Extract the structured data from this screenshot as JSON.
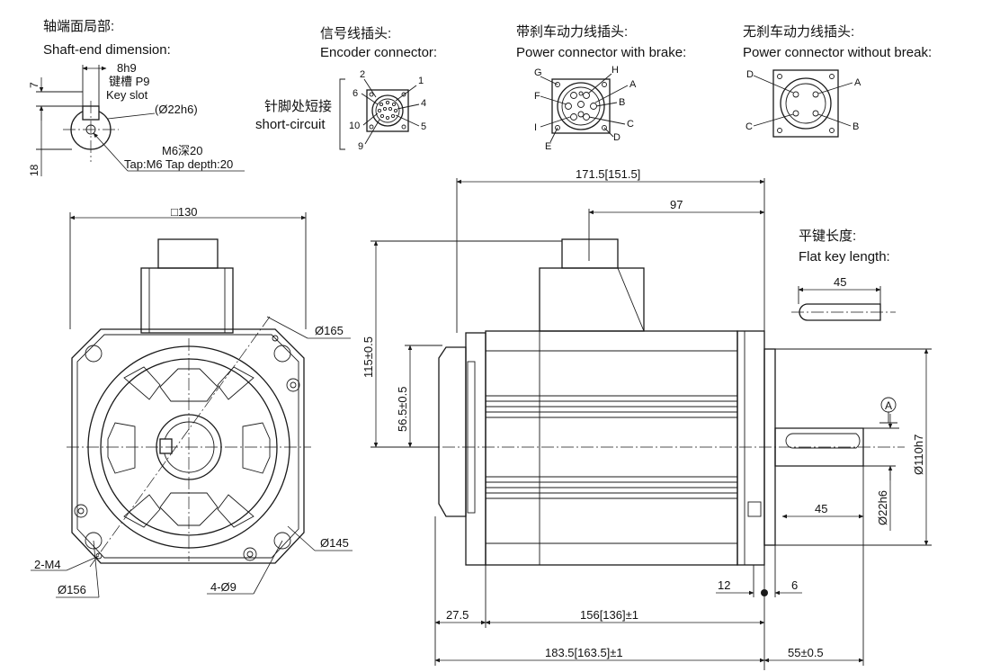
{
  "shaft_end": {
    "title_cn": "轴端面局部:",
    "title_en": "Shaft-end dimension:",
    "key_fit": "8h9",
    "key_slot_cn": "键槽 P9",
    "key_slot_en": "Key slot",
    "shaft_dia": "(Ø22h6)",
    "tap_cn": "M6深20",
    "tap_en": "Tap:M6 Tap depth:20",
    "dim_7": "7",
    "dim_18": "18"
  },
  "encoder": {
    "title_cn": "信号线插头:",
    "title_en": "Encoder connector:",
    "short_cn": "针脚处短接",
    "short_en": "short-circuit",
    "pins": [
      "1",
      "2",
      "4",
      "5",
      "6",
      "9",
      "10"
    ]
  },
  "power_brake": {
    "title_cn": "带刹车动力线插头:",
    "title_en": "Power connector with brake:",
    "pins": [
      "G",
      "H",
      "A",
      "F",
      "B",
      "I",
      "C",
      "E",
      "D"
    ]
  },
  "power_nobrake": {
    "title_cn": "无刹车动力线插头:",
    "title_en": "Power connector without break:",
    "pins": [
      "D",
      "A",
      "C",
      "B"
    ]
  },
  "flat_key": {
    "title_cn": "平键长度:",
    "title_en": "Flat key length:",
    "length": "45"
  },
  "front_view": {
    "square": "□130",
    "d165": "Ø165",
    "d145": "Ø145",
    "d156": "Ø156",
    "m4": "2-M4",
    "holes": "4-Ø9"
  },
  "side_view": {
    "total_top": "171.5[151.5]",
    "d97": "97",
    "h115": "115±0.5",
    "h56": "56.5±0.5",
    "datum": "A",
    "d110": "Ø110h7",
    "d22": "Ø22h6",
    "d45": "45",
    "d12": "12",
    "d6": "6",
    "d27": "27.5",
    "d156": "156[136]±1",
    "d183": "183.5[163.5]±1",
    "d55": "55±0.5"
  }
}
